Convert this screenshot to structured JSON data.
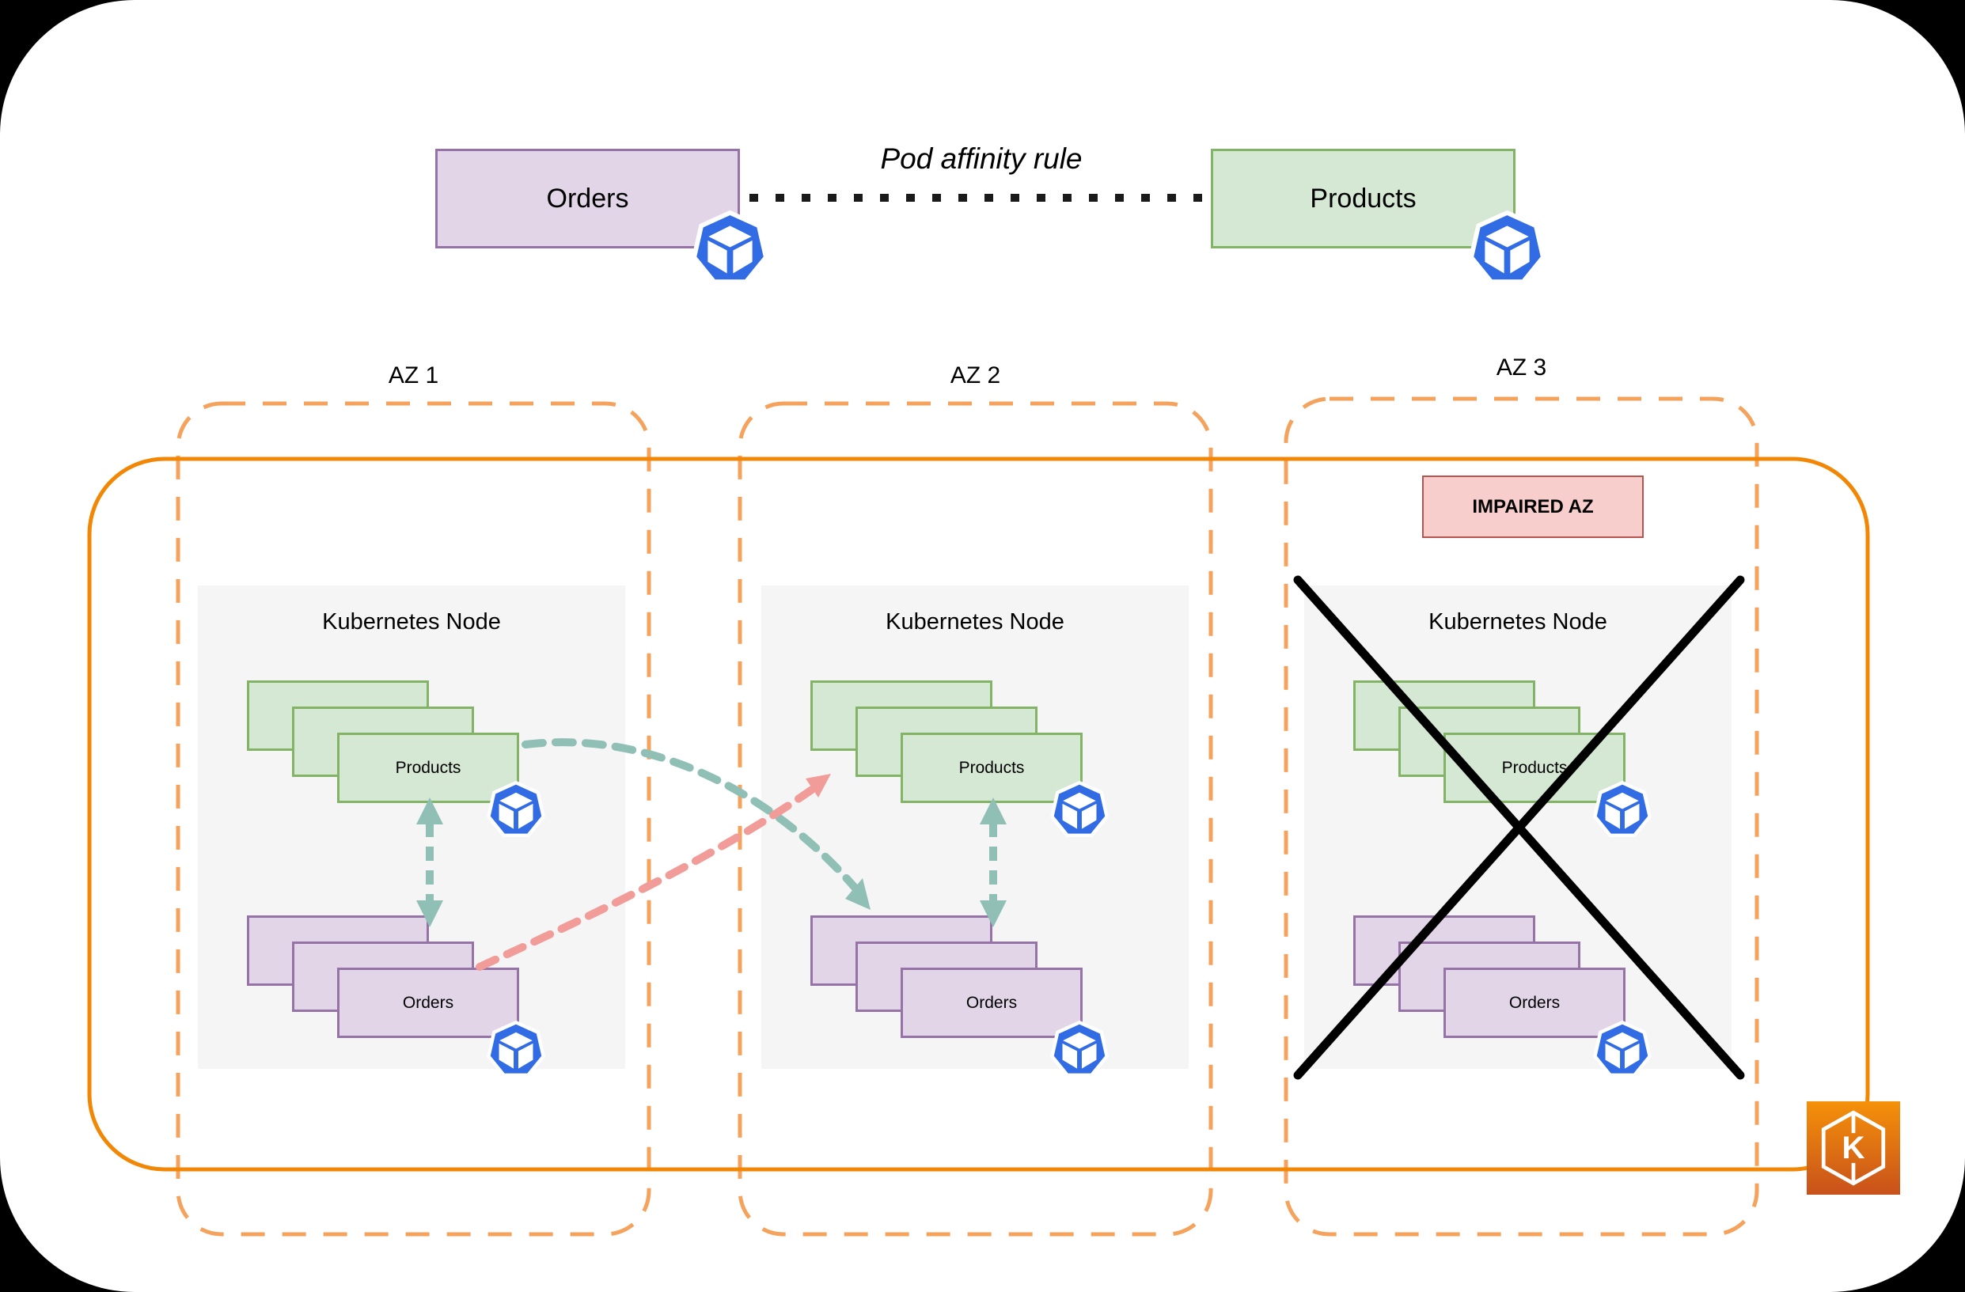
{
  "diagram": {
    "affinity_rule": {
      "orders_label": "Orders",
      "products_label": "Products",
      "rule_label": "Pod affinity rule"
    },
    "zones": [
      {
        "label": "AZ 1",
        "node_title": "Kubernetes Node",
        "products_label": "Products",
        "orders_label": "Orders"
      },
      {
        "label": "AZ 2",
        "node_title": "Kubernetes Node",
        "products_label": "Products",
        "orders_label": "Orders"
      },
      {
        "label": "AZ 3",
        "node_title": "Kubernetes Node",
        "products_label": "Products",
        "orders_label": "Orders",
        "impaired_label": "IMPAIRED AZ"
      }
    ],
    "eks_icon_letter": "K",
    "colors": {
      "purple_fill": "#E1D5E7",
      "purple_stroke": "#9673A6",
      "green_fill": "#D5E8D4",
      "green_stroke": "#82B366",
      "node_fill": "#F5F5F5",
      "az_dash": "#F5A25D",
      "cluster_stroke": "#F28705",
      "impaired_fill": "#F8CECC",
      "impaired_stroke": "#B85450",
      "teal_arrow": "#8FBFB5",
      "red_arrow": "#F19C99",
      "pod_blue": "#326CE5",
      "dotted_line": "#1A1A1A",
      "eks_gradient_top": "#F59109",
      "eks_gradient_bottom": "#C8511B"
    }
  }
}
